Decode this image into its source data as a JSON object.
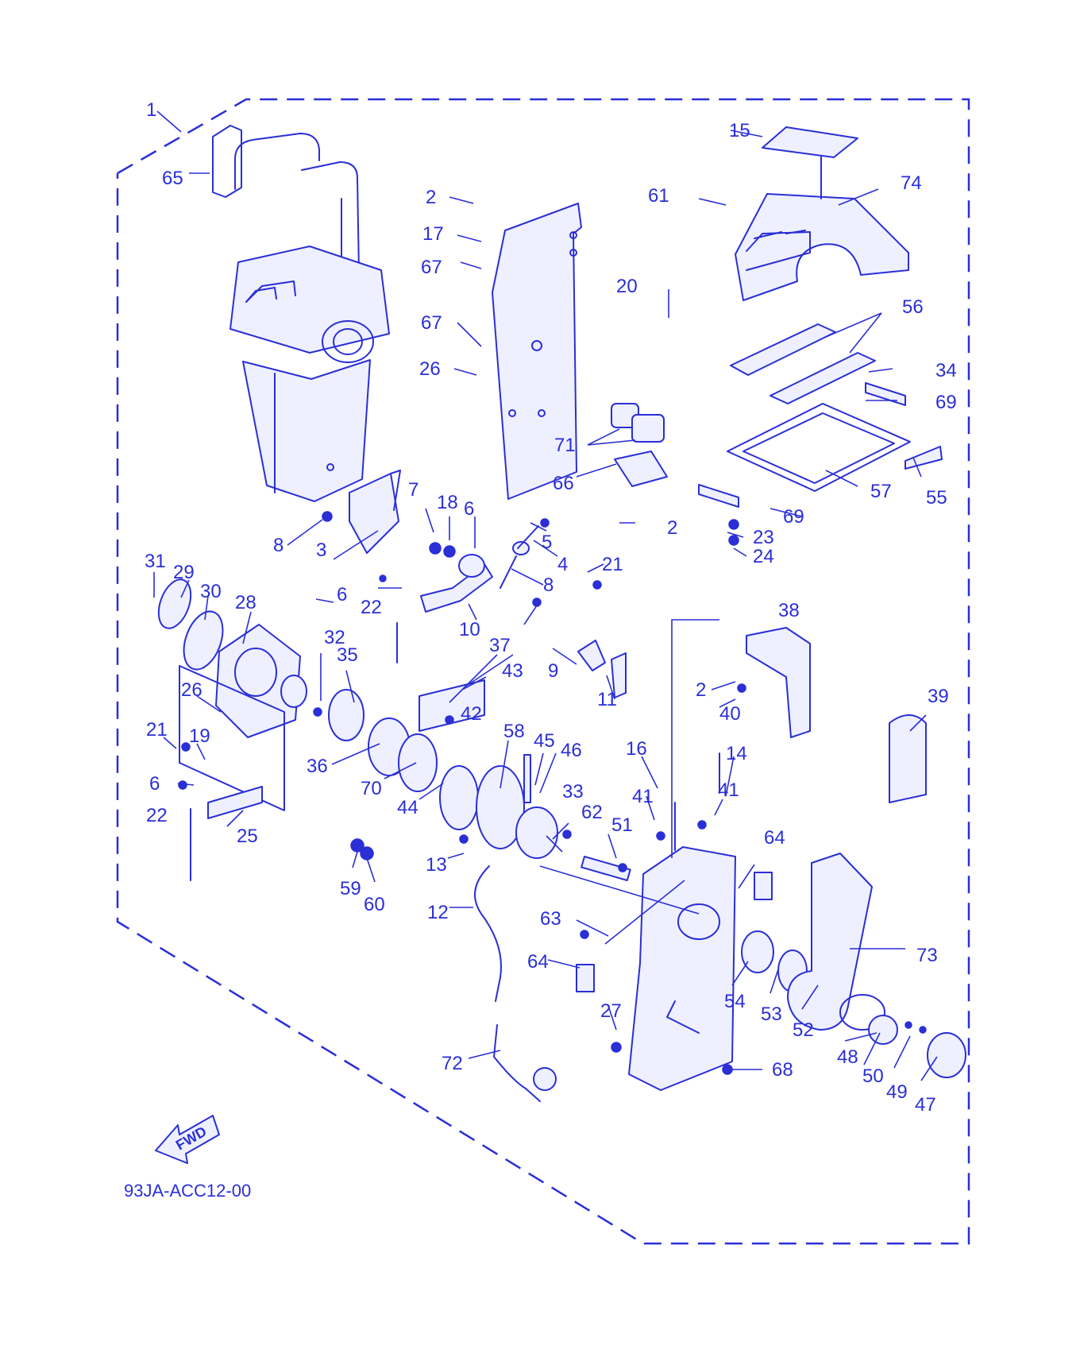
{
  "diagram_code": "93JA-ACC12-00",
  "direction_arrow": {
    "text": "FWD",
    "icon": "fwd-arrow-icon"
  },
  "ink_color": "#2a2fd6",
  "callouts": [
    "1",
    "65",
    "2",
    "17",
    "67",
    "67",
    "26",
    "61",
    "15",
    "74",
    "20",
    "56",
    "34",
    "69",
    "71",
    "66",
    "2",
    "57",
    "55",
    "69",
    "23",
    "24",
    "8",
    "7",
    "18",
    "6",
    "5",
    "4",
    "8",
    "3",
    "31",
    "29",
    "30",
    "28",
    "6",
    "22",
    "10",
    "37",
    "21",
    "38",
    "9",
    "11",
    "32",
    "35",
    "26",
    "43",
    "42",
    "2",
    "40",
    "39",
    "21",
    "19",
    "36",
    "70",
    "58",
    "45",
    "46",
    "16",
    "14",
    "41",
    "41",
    "6",
    "22",
    "25",
    "44",
    "33",
    "62",
    "51",
    "64",
    "13",
    "59",
    "60",
    "12",
    "63",
    "64",
    "27",
    "73",
    "54",
    "53",
    "52",
    "48",
    "50",
    "49",
    "47",
    "72",
    "68"
  ]
}
